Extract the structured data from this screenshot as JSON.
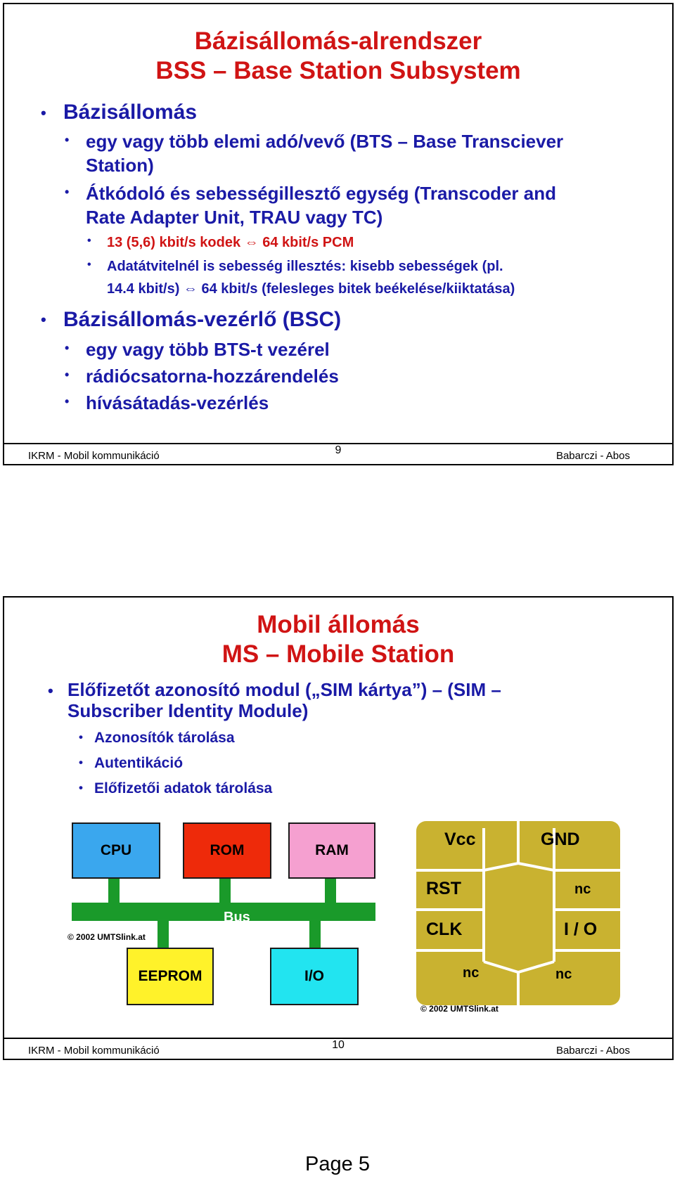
{
  "slide1": {
    "title_line1": "Bázisállomás-alrendszer",
    "title_line2": "BSS – Base Station Subsystem",
    "items": [
      {
        "text": "Bázisállomás"
      },
      {
        "text": "egy vagy több elemi adó/vevő (BTS – Base Transciever"
      },
      {
        "text": "Station)"
      },
      {
        "text": "Átkódoló és sebességillesztő egység (Transcoder and"
      },
      {
        "text": "Rate Adapter Unit, TRAU vagy TC)"
      },
      {
        "text": "13 (5,6) kbit/s kodek ⇔ 64 kbit/s PCM"
      },
      {
        "text": "Adatátvitelnél is sebesség illesztés: kisebb sebességek (pl."
      },
      {
        "text": "14.4 kbit/s) ⇔ 64 kbit/s (felesleges bitek beékelése/kiiktatása)"
      },
      {
        "text": "Bázisállomás-vezérlő (BSC)"
      },
      {
        "text": "egy vagy több BTS-t vezérel"
      },
      {
        "text": "rádiócsatorna-hozzárendelés"
      },
      {
        "text": "hívásátadás-vezérlés"
      }
    ],
    "footer": {
      "left": "IKRM - Mobil kommunikáció",
      "page": "9",
      "right": "Babarczi - Abos"
    }
  },
  "slide2": {
    "title_line1": "Mobil állomás",
    "title_line2": "MS – Mobile Station",
    "items": [
      {
        "text": "Előfizetőt azonosító modul („SIM kártya”) – (SIM –"
      },
      {
        "text": "Subscriber Identity Module)"
      },
      {
        "text": "Azonosítók tárolása"
      },
      {
        "text": "Autentikáció"
      },
      {
        "text": "Előfizetői adatok tárolása"
      }
    ],
    "diagram": {
      "cpu": "CPU",
      "rom": "ROM",
      "ram": "RAM",
      "bus": "Bus",
      "eeprom": "EEPROM",
      "io": "I/O",
      "copyright": "© 2002 UMTSlink.at",
      "colors": {
        "cpu": "#3aa7ee",
        "rom": "#ee2a0a",
        "ram": "#f5a0d0",
        "eeprom": "#fff22a",
        "io": "#22e4f0",
        "bus": "#1a9a2a",
        "chip": "#c9b230"
      }
    },
    "chip": {
      "vcc": "Vcc",
      "gnd": "GND",
      "rst": "RST",
      "nc1": "nc",
      "clk": "CLK",
      "io": "I / O",
      "nc2": "nc",
      "nc3": "nc",
      "copyright": "© 2002 UMTSlink.at"
    },
    "footer": {
      "left": "IKRM - Mobil kommunikáció",
      "page": "10",
      "right": "Babarczi - Abos"
    }
  },
  "page_footer": "Page 5"
}
